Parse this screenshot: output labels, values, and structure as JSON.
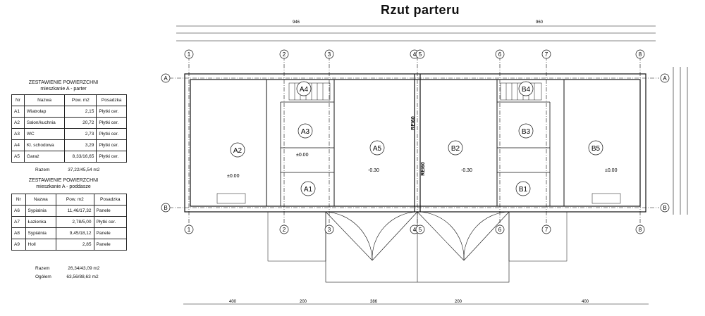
{
  "title": "Rzut parteru",
  "table_parter": {
    "heading_line1": "ZESTAWIENIE POWIERZCHNI",
    "heading_line2": "mieszkanie A - parter",
    "columns": [
      "Nr",
      "Nazwa",
      "Pow. m2",
      "Posadzka"
    ],
    "rows": [
      [
        "A1",
        "Wiatrołap",
        "2,15",
        "Płytki cer."
      ],
      [
        "A2",
        "Salon/kuchnia",
        "20,72",
        "Płytki cer."
      ],
      [
        "A3",
        "WC",
        "2,73",
        "Płytki cer."
      ],
      [
        "A4",
        "Kl. schodowa",
        "3,29",
        "Płytki cer."
      ],
      [
        "A5",
        "Garaż",
        "8,33/16,65",
        "Płytki cer."
      ]
    ],
    "total_label": "Razem",
    "total_value": "37,22/45,54 m2"
  },
  "table_poddasze": {
    "heading_line1": "ZESTAWIENIE POWIERZCHNI",
    "heading_line2": "mieszkanie A - poddasze",
    "columns": [
      "Nr",
      "Nazwa",
      "Pow. m2",
      "Posadzka"
    ],
    "rows": [
      [
        "A6",
        "Sypialnia",
        "11,46/17,32",
        "Panele"
      ],
      [
        "A7",
        "Łazienka",
        "2,78/5,00",
        "Płytki cer."
      ],
      [
        "A8",
        "Sypialnia",
        "9,45/18,12",
        "Panele"
      ],
      [
        "A9",
        "Holl",
        "2,85",
        "Panele"
      ]
    ],
    "total_label": "Razem",
    "total_value": "26,34/43,09 m2",
    "grand_label": "Ogółem",
    "grand_value": "63,56/88,63 m2"
  },
  "plan": {
    "axis_numbers": [
      "1",
      "2",
      "3",
      "4",
      "5",
      "6",
      "7",
      "8"
    ],
    "axis_letters": [
      "A",
      "B"
    ],
    "rooms": [
      "A1",
      "A2",
      "A3",
      "A4",
      "A5",
      "B1",
      "B2",
      "B3",
      "B4",
      "B5"
    ],
    "levels": [
      "±0.00",
      "±0.00",
      "-0.30",
      "-0.30",
      "±0.00"
    ],
    "wall_label": "REI60",
    "top_dims": [
      "946",
      "960"
    ],
    "bottom_dims": [
      "400",
      "200",
      "386",
      "200",
      "400"
    ]
  }
}
